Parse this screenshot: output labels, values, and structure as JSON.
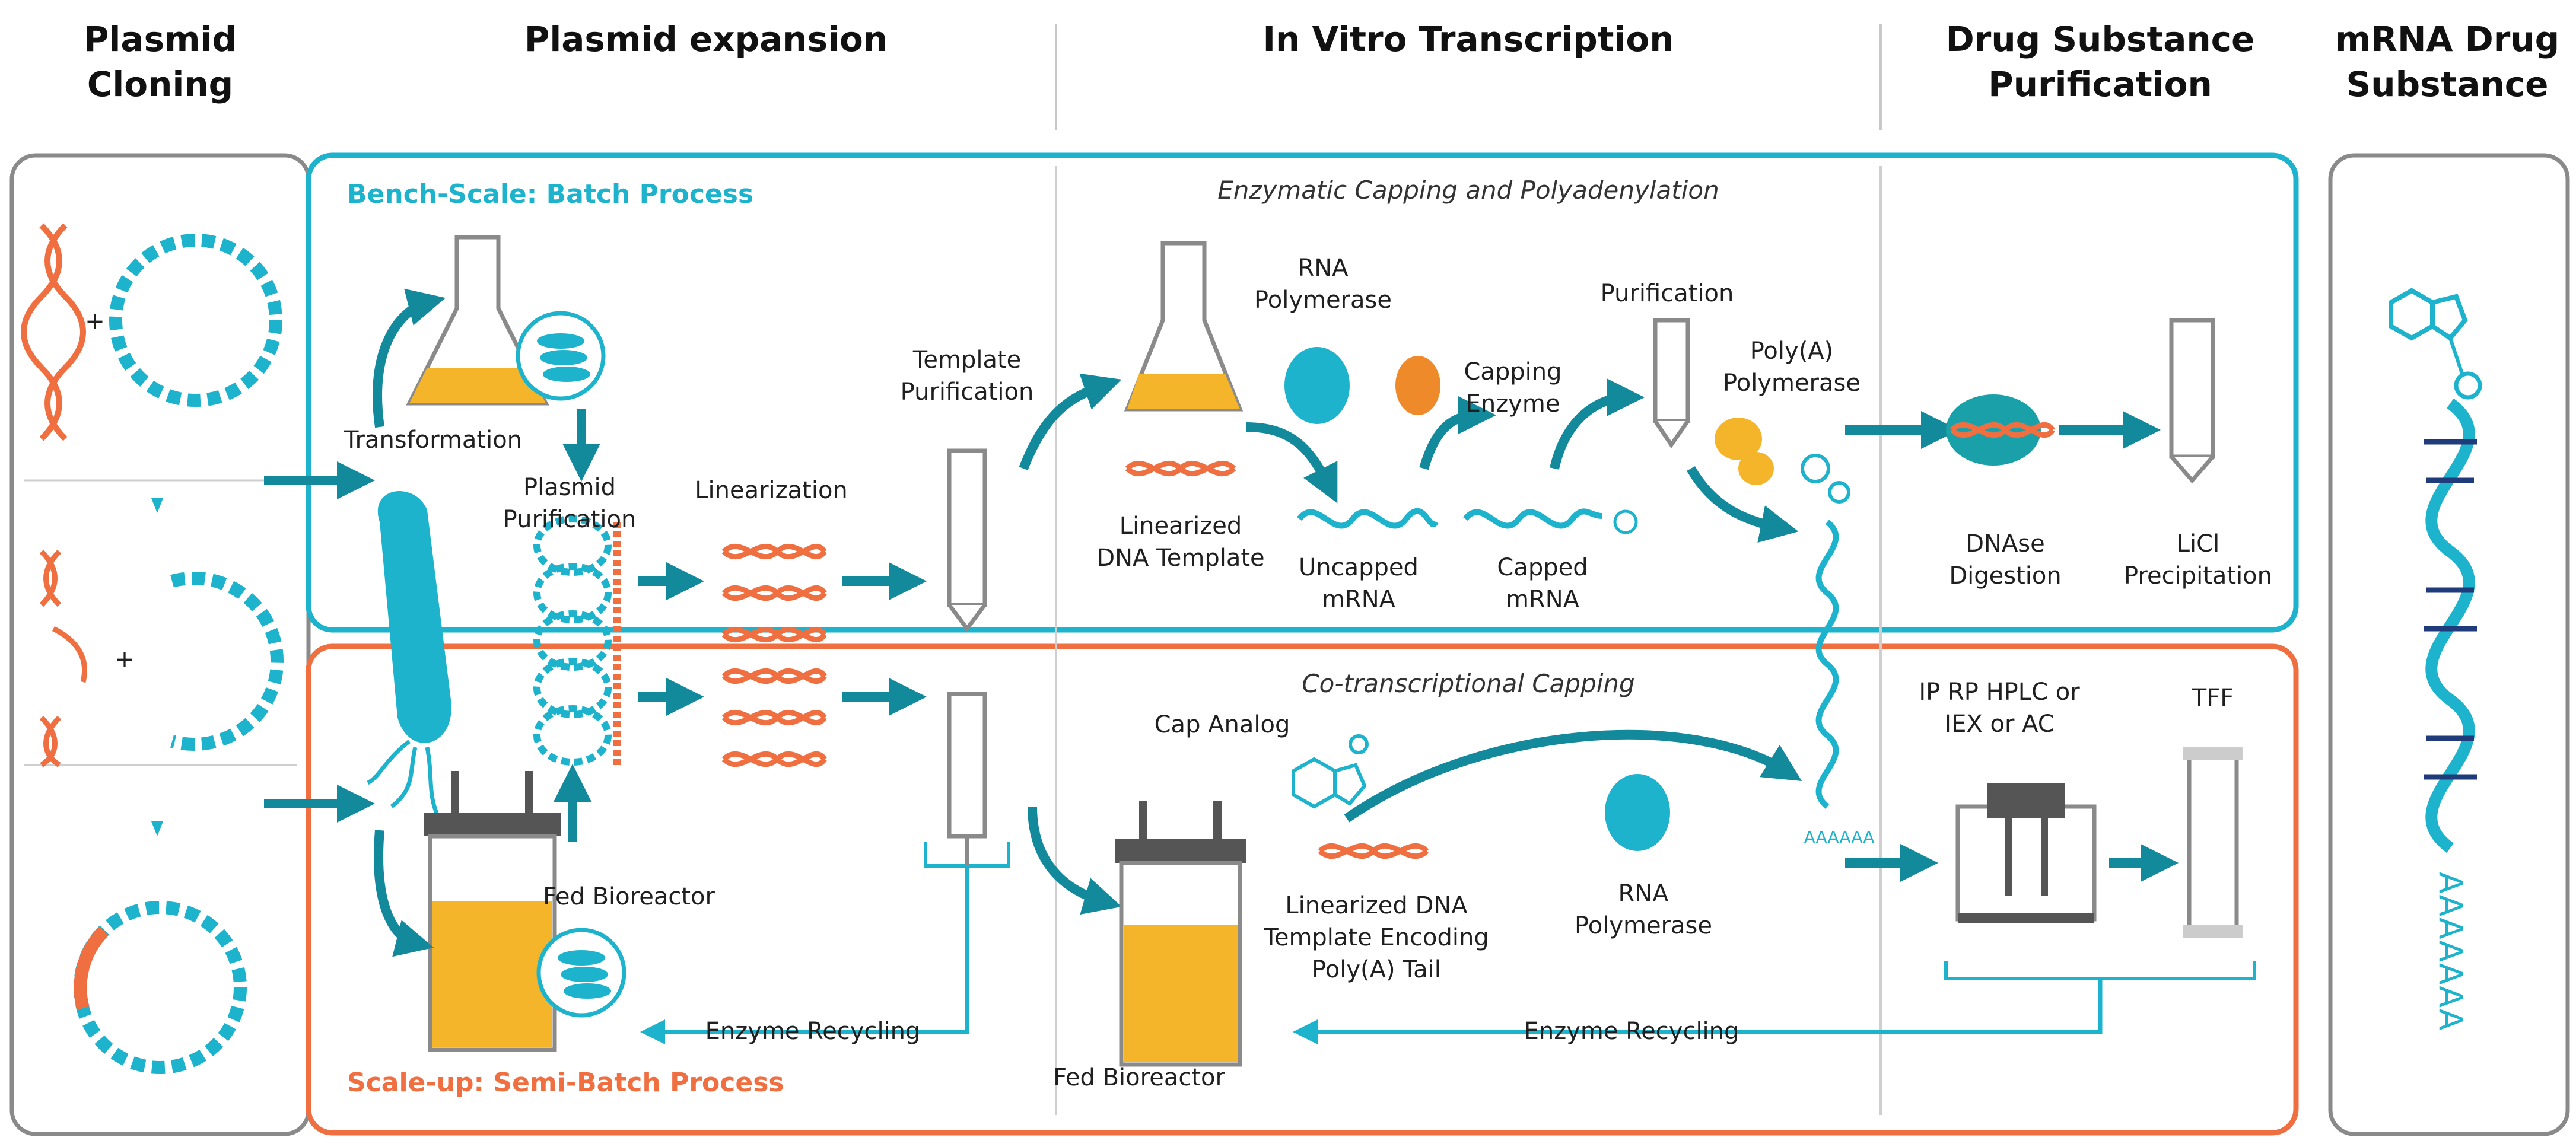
{
  "headers": {
    "plasmid_cloning": "Plasmid\nCloning",
    "plasmid_expansion": "Plasmid expansion",
    "ivt": "In Vitro Transcription",
    "ds_purification": "Drug Substance\nPurification",
    "mrna_ds": "mRNA Drug\nSubstance"
  },
  "sections": {
    "bench": "Bench-Scale: Batch Process",
    "scaleup": "Scale-up: Semi-Batch Process",
    "bench_sub": "Enzymatic Capping and Polyadenylation",
    "scaleup_sub": "Co-transcriptional Capping"
  },
  "labels": {
    "transformation": "Transformation",
    "plasmid_purification": "Plasmid\nPurification",
    "linearization": "Linearization",
    "template_purification": "Template\nPurification",
    "rna_polymerase_top": "RNA\nPolymerase",
    "capping_enzyme": "Capping\nEnzyme",
    "purification": "Purification",
    "polya_polymerase": "Poly(A)\nPolymerase",
    "linearized_dna_template": "Linearized\nDNA Template",
    "uncapped_mrna": "Uncapped\nmRNA",
    "capped_mrna": "Capped\nmRNA",
    "dnase_digestion": "DNAse\nDigestion",
    "licl_precipitation": "LiCl\nPrecipitation",
    "fed_bioreactor_1": "Fed Bioreactor",
    "cap_analog": "Cap Analog",
    "ip_rp_hplc": "IP RP HPLC or\nIEX or AC",
    "tff": "TFF",
    "linearized_dna_polya": "Linearized DNA\nTemplate Encoding\nPoly(A) Tail",
    "rna_polymerase_bottom": "RNA\nPolymerase",
    "enzyme_recycling_1": "Enzyme Recycling",
    "enzyme_recycling_2": "Enzyme Recycling",
    "fed_bioreactor_2": "Fed Bioreactor",
    "plus_1": "+",
    "plus_2": "+",
    "polya_tail_1": "AAAAAA",
    "polya_tail_2": "AAAAAAA"
  },
  "colors": {
    "teal": "#1eb3cc",
    "teal_dark": "#13899c",
    "orange": "#ef6f41",
    "yellow": "#f5b52a",
    "grey": "#8a8a8a",
    "navy": "#1f3b7a"
  }
}
